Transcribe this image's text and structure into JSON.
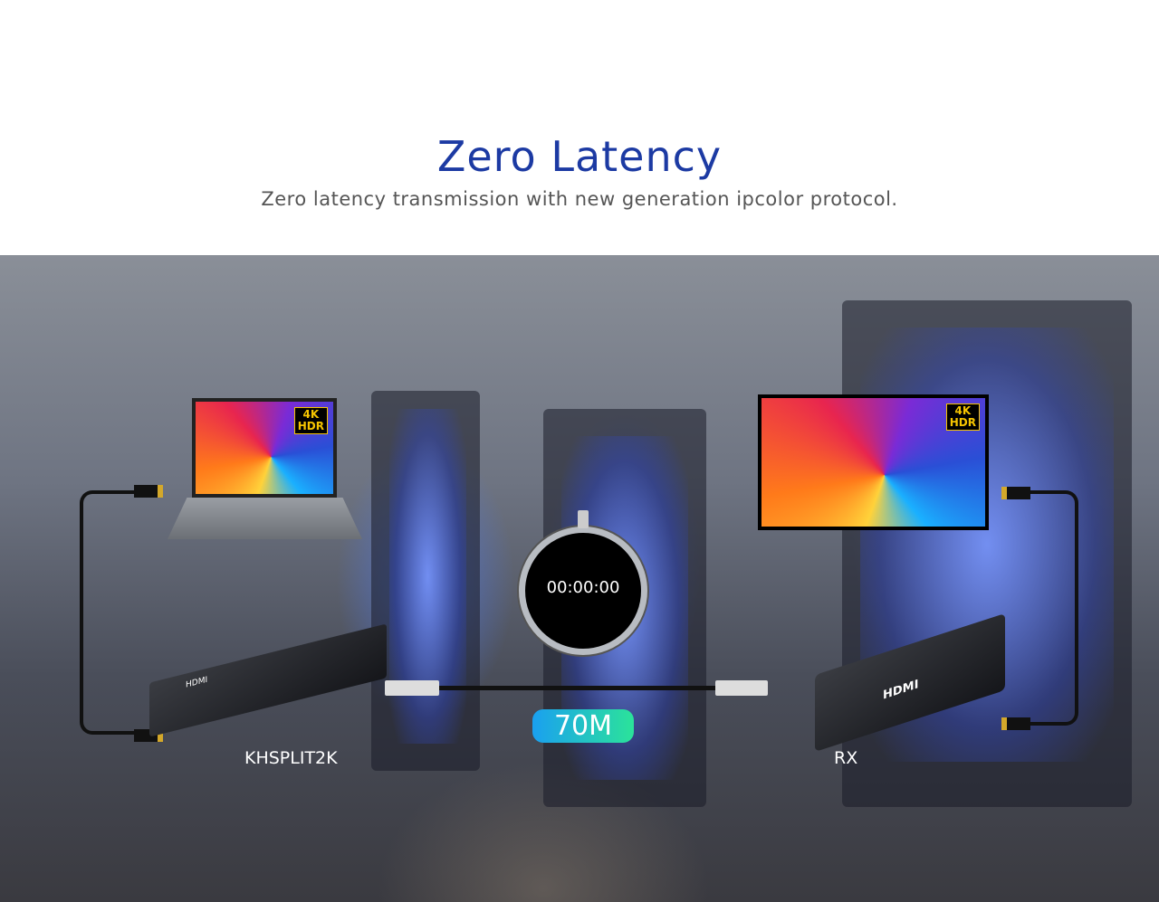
{
  "header": {
    "title": "Zero Latency",
    "subtitle": "Zero latency transmission with new generation ipcolor protocol."
  },
  "diagram": {
    "transmitter_label": "KHSPLIT2K",
    "receiver_label": "RX",
    "timer": "00:00:00",
    "distance": "70M",
    "badge_line1": "4K",
    "badge_line2": "HDR",
    "device_brand": "HDMI",
    "distance_gradient": [
      "#1aa0f0",
      "#2be39a"
    ],
    "title_color": "#1c3aa3"
  }
}
